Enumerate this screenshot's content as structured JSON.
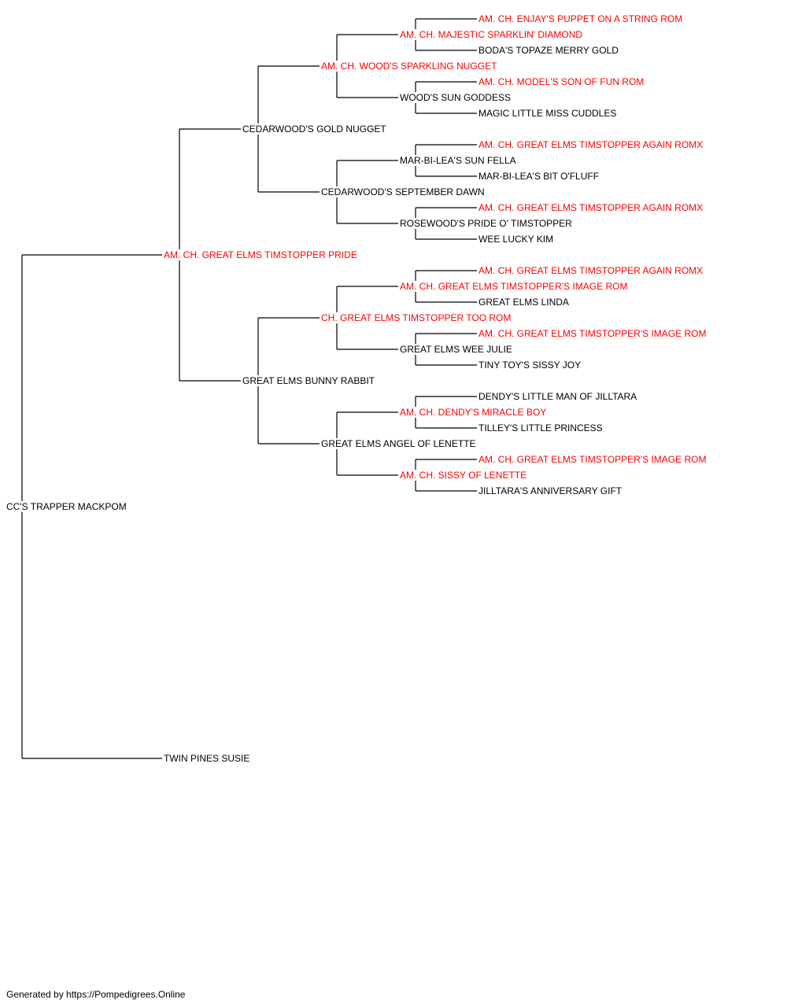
{
  "colors": {
    "line": "#000000",
    "titled": "#ff0000",
    "plain": "#000000"
  },
  "pedigree": {
    "name": "CC'S TRAPPER MACKPOM",
    "titled": false,
    "sire": {
      "name": "AM. CH. GREAT ELMS TIMSTOPPER PRIDE",
      "titled": true,
      "sire": {
        "name": "CEDARWOOD'S GOLD NUGGET",
        "titled": false,
        "sire": {
          "name": "AM. CH. WOOD'S SPARKLING NUGGET",
          "titled": true,
          "sire": {
            "name": "AM. CH. MAJESTIC SPARKLIN' DIAMOND",
            "titled": true,
            "sire": {
              "name": "AM. CH. ENJAY'S PUPPET ON A STRING ROM",
              "titled": true
            },
            "dam": {
              "name": "BODA'S TOPAZE MERRY GOLD",
              "titled": false
            }
          },
          "dam": {
            "name": "WOOD'S SUN GODDESS",
            "titled": false,
            "sire": {
              "name": "AM. CH. MODEL'S SON OF FUN ROM",
              "titled": true
            },
            "dam": {
              "name": "MAGIC LITTLE MISS CUDDLES",
              "titled": false
            }
          }
        },
        "dam": {
          "name": "CEDARWOOD'S SEPTEMBER DAWN",
          "titled": false,
          "sire": {
            "name": "MAR-BI-LEA'S SUN FELLA",
            "titled": false,
            "sire": {
              "name": "AM. CH. GREAT ELMS TIMSTOPPER AGAIN ROMX",
              "titled": true
            },
            "dam": {
              "name": "MAR-BI-LEA'S BIT O'FLUFF",
              "titled": false
            }
          },
          "dam": {
            "name": "ROSEWOOD'S PRIDE O' TIMSTOPPER",
            "titled": false,
            "sire": {
              "name": "AM. CH. GREAT ELMS TIMSTOPPER AGAIN ROMX",
              "titled": true
            },
            "dam": {
              "name": "WEE LUCKY KIM",
              "titled": false
            }
          }
        }
      },
      "dam": {
        "name": "GREAT ELMS BUNNY RABBIT",
        "titled": false,
        "sire": {
          "name": "CH. GREAT ELMS TIMSTOPPER TOO ROM",
          "titled": true,
          "sire": {
            "name": "AM. CH. GREAT ELMS TIMSTOPPER'S IMAGE ROM",
            "titled": true,
            "sire": {
              "name": "AM. CH. GREAT ELMS TIMSTOPPER AGAIN ROMX",
              "titled": true
            },
            "dam": {
              "name": "GREAT ELMS LINDA",
              "titled": false
            }
          },
          "dam": {
            "name": "GREAT ELMS WEE JULIE",
            "titled": false,
            "sire": {
              "name": "AM. CH. GREAT ELMS TIMSTOPPER'S IMAGE ROM",
              "titled": true
            },
            "dam": {
              "name": "TINY TOY'S SISSY JOY",
              "titled": false
            }
          }
        },
        "dam": {
          "name": "GREAT ELMS ANGEL OF LENETTE",
          "titled": false,
          "sire": {
            "name": "AM. CH. DENDY'S MIRACLE BOY",
            "titled": true,
            "sire": {
              "name": "DENDY'S LITTLE MAN OF JILLTARA",
              "titled": false
            },
            "dam": {
              "name": "TILLEY'S LITTLE PRINCESS",
              "titled": false
            }
          },
          "dam": {
            "name": "AM. CH. SISSY OF LENETTE",
            "titled": true,
            "sire": {
              "name": "AM. CH. GREAT ELMS TIMSTOPPER'S IMAGE ROM",
              "titled": true
            },
            "dam": {
              "name": "JILLTARA'S ANNIVERSARY GIFT",
              "titled": false
            }
          }
        }
      }
    },
    "dam": {
      "name": "TWIN PINES SUSIE",
      "titled": false
    }
  },
  "footer": {
    "text": "Generated by https://Pompedigrees.Online"
  }
}
